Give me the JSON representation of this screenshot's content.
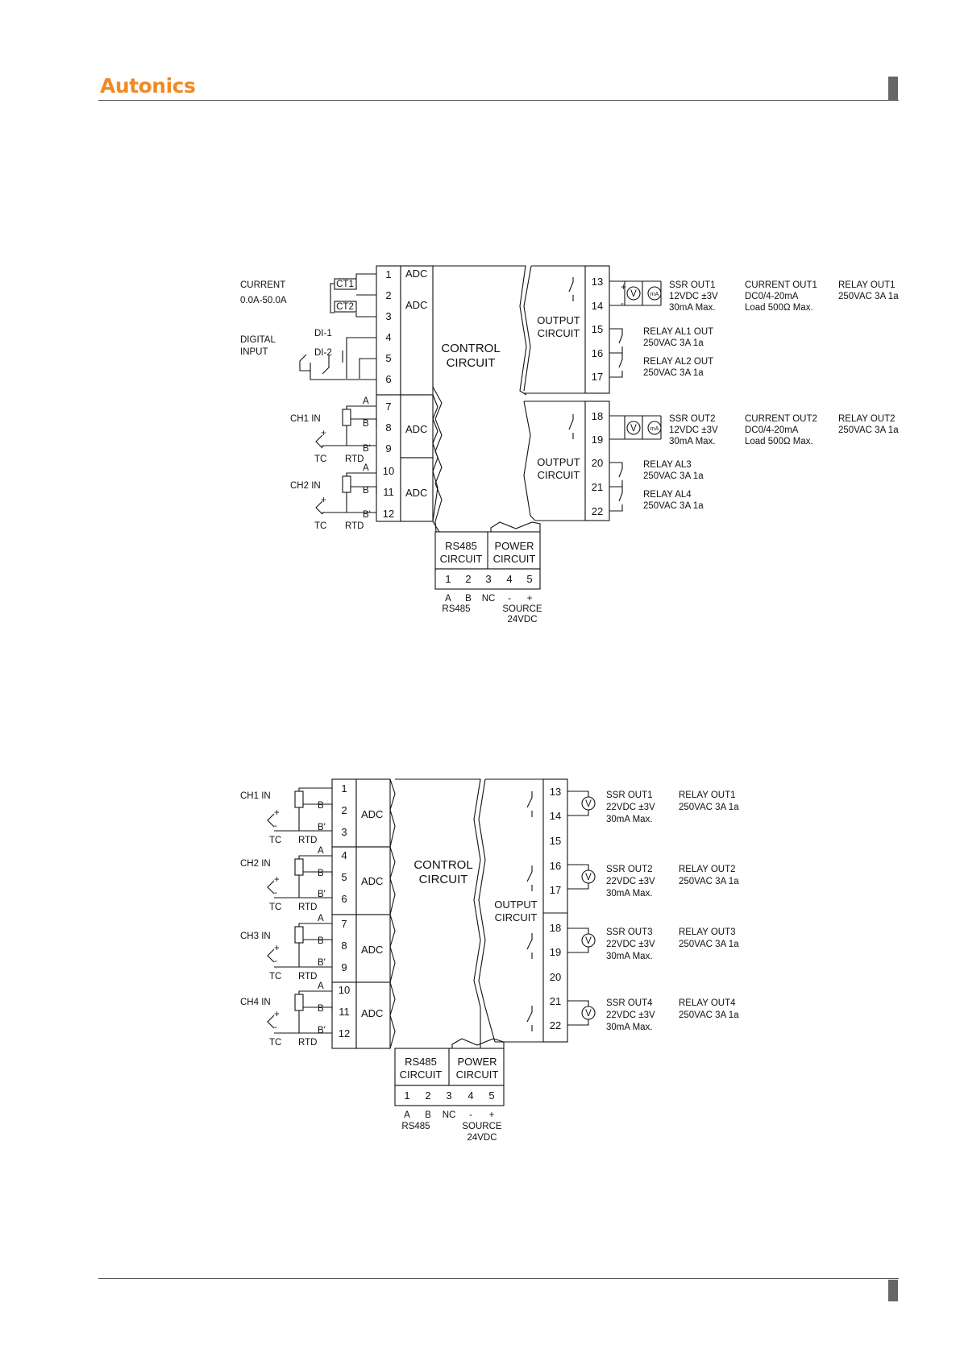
{
  "header": {
    "logo": "Autonics"
  },
  "diagram1": {
    "left_terminals": [
      "1",
      "2",
      "3",
      "4",
      "5",
      "6",
      "7",
      "8",
      "9",
      "10",
      "11",
      "12"
    ],
    "adc_labels": [
      "ADC",
      "ADC",
      "ADC",
      "ADC"
    ],
    "control": [
      "CONTROL",
      "CIRCUIT"
    ],
    "current": [
      "CURRENT",
      "0.0A-50.0A"
    ],
    "ct": [
      "CT1",
      "CT2"
    ],
    "digital": [
      "DIGITAL",
      "INPUT"
    ],
    "di": [
      "DI-1",
      "DI-2"
    ],
    "ch_labels": [
      "CH1 IN",
      "CH2 IN"
    ],
    "tc": "TC",
    "rtd": "RTD",
    "abb": [
      "A",
      "B",
      "B'"
    ],
    "plus": "+",
    "minus": "-",
    "output_circuit": [
      "OUTPUT",
      "CIRCUIT"
    ],
    "right_terminals": [
      "13",
      "14",
      "15",
      "16",
      "17",
      "18",
      "19",
      "20",
      "21",
      "22"
    ],
    "ssr1": [
      "SSR OUT1",
      "12VDC ±3V",
      "30mA Max."
    ],
    "cur1": [
      "CURRENT OUT1",
      "DC0/4-20mA",
      "Load 500Ω Max."
    ],
    "relay1": [
      "RELAY OUT1",
      "250VAC 3A 1a"
    ],
    "al1": [
      "RELAY AL1 OUT",
      "250VAC 3A 1a"
    ],
    "al2": [
      "RELAY AL2 OUT",
      "250VAC 3A 1a"
    ],
    "ssr2": [
      "SSR OUT2",
      "12VDC ±3V",
      "30mA Max."
    ],
    "cur2": [
      "CURRENT OUT2",
      "DC0/4-20mA",
      "Load 500Ω Max."
    ],
    "relay2": [
      "RELAY OUT2",
      "250VAC 3A 1a"
    ],
    "al3": [
      "RELAY AL3",
      "250VAC 3A 1a"
    ],
    "al4": [
      "RELAY AL4",
      "250VAC 3A 1a"
    ],
    "rs485": [
      "RS485",
      "CIRCUIT"
    ],
    "power": [
      "POWER",
      "CIRCUIT"
    ],
    "bottom_terminals": [
      "1",
      "2",
      "3",
      "4",
      "5"
    ],
    "bottom_labels": [
      "A",
      "B",
      "NC",
      "-",
      "+"
    ],
    "rs485_label": "RS485",
    "source": [
      "SOURCE",
      "24VDC"
    ],
    "v": "V",
    "ma": "mA"
  },
  "diagram2": {
    "left_terminals": [
      "1",
      "2",
      "3",
      "4",
      "5",
      "6",
      "7",
      "8",
      "9",
      "10",
      "11",
      "12"
    ],
    "adc_labels": [
      "ADC",
      "ADC",
      "ADC",
      "ADC"
    ],
    "control": [
      "CONTROL",
      "CIRCUIT"
    ],
    "ch_labels": [
      "CH1 IN",
      "CH2 IN",
      "CH3 IN",
      "CH4 IN"
    ],
    "tc": "TC",
    "rtd": "RTD",
    "abb": [
      "A",
      "B",
      "B'"
    ],
    "plus": "+",
    "minus": "-",
    "output_circuit": [
      "OUTPUT",
      "CIRCUIT"
    ],
    "right_terminals": [
      "13",
      "14",
      "15",
      "16",
      "17",
      "18",
      "19",
      "20",
      "21",
      "22"
    ],
    "ssr": [
      [
        "SSR OUT1",
        "22VDC ±3V",
        "30mA Max."
      ],
      [
        "SSR OUT2",
        "22VDC ±3V",
        "30mA Max."
      ],
      [
        "SSR OUT3",
        "22VDC ±3V",
        "30mA Max."
      ],
      [
        "SSR OUT4",
        "22VDC ±3V",
        "30mA Max."
      ]
    ],
    "relay": [
      [
        "RELAY OUT1",
        "250VAC 3A 1a"
      ],
      [
        "RELAY OUT2",
        "250VAC 3A 1a"
      ],
      [
        "RELAY OUT3",
        "250VAC 3A 1a"
      ],
      [
        "RELAY OUT4",
        "250VAC 3A 1a"
      ]
    ],
    "rs485": [
      "RS485",
      "CIRCUIT"
    ],
    "power": [
      "POWER",
      "CIRCUIT"
    ],
    "bottom_terminals": [
      "1",
      "2",
      "3",
      "4",
      "5"
    ],
    "bottom_labels": [
      "A",
      "B",
      "NC",
      "-",
      "+"
    ],
    "rs485_label": "RS485",
    "source": [
      "SOURCE",
      "24VDC"
    ],
    "v": "V"
  }
}
